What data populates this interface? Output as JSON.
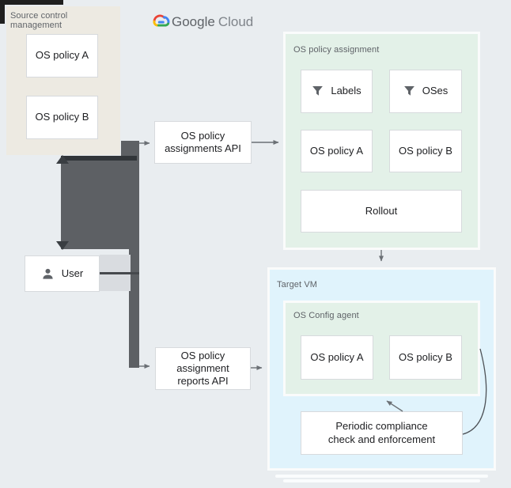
{
  "page": {
    "background_color": "#e9edf0",
    "accent_colors": {
      "container_green": "#e3f1e8",
      "container_blue": "#e0f3fc",
      "container_beige": "#edeae2",
      "connector_dark_gray": "#5d6064",
      "arrow_gray": "#6b7075",
      "label_gray": "#5f6368",
      "text_dark": "#202124",
      "logo_red": "#ea4335",
      "logo_blue": "#4285f4",
      "logo_yellow": "#fbbc04",
      "logo_green": "#34a853"
    }
  },
  "logo": {
    "icon": "google-cloud-icon",
    "google": "Google",
    "cloud": "Cloud"
  },
  "source_control": {
    "label": "Source control management",
    "policy_a": "OS policy A",
    "policy_b": "OS policy B"
  },
  "assignments_api": {
    "lines": [
      "OS policy",
      "assignments API"
    ]
  },
  "reports_api": {
    "lines": [
      "OS policy",
      "assignment",
      "reports API"
    ]
  },
  "policy_assignment": {
    "label": "OS policy assignment",
    "filters": [
      {
        "icon": "filter-funnel-icon",
        "label": "Labels"
      },
      {
        "icon": "filter-funnel-icon",
        "label": "OSes"
      }
    ],
    "policy_a": "OS policy A",
    "policy_b": "OS policy B",
    "rollout": "Rollout"
  },
  "user": {
    "icon": "person-icon",
    "label": "User"
  },
  "target_vm": {
    "label": "Target VM",
    "agent": {
      "label": "OS Config agent",
      "policy_a": "OS policy A",
      "policy_b": "OS policy B"
    },
    "compliance": {
      "lines": [
        "Periodic compliance",
        "check and enforcement"
      ]
    }
  },
  "connections": [
    "User <-> Source control management",
    "User -> OS policy assignments API -> OS policy assignment",
    "OS policy assignment -> Target VM",
    "User -> OS policy assignment reports API -> Target VM",
    "Periodic compliance check and enforcement -> OS Config agent (loop)"
  ]
}
